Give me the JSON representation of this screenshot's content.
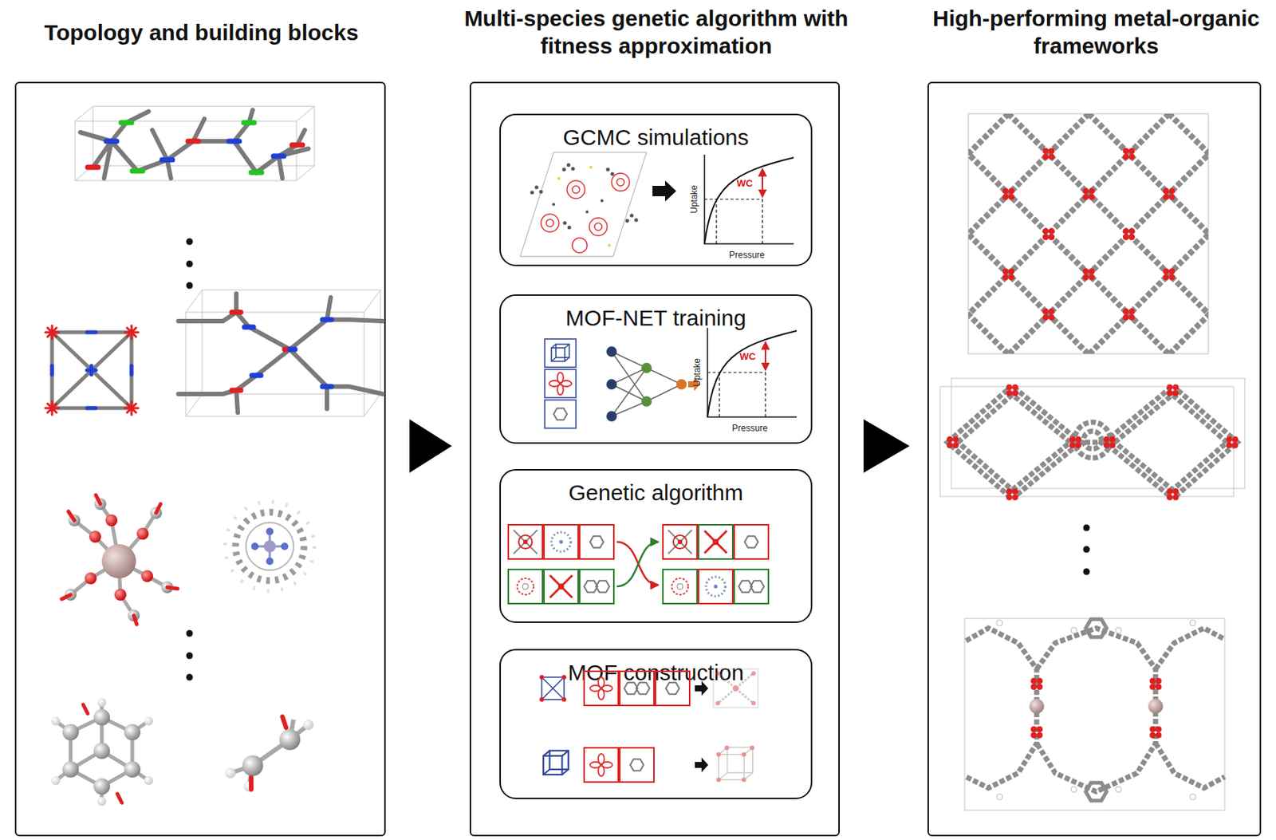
{
  "diagram": {
    "nodes": [
      {
        "text": [
          "Topology and building blocks"
        ]
      },
      {
        "text": [
          "Multi-species genetic algorithm with fitness approximation"
        ]
      },
      {
        "text": [
          "GCMC simulations"
        ],
        "in": 1
      },
      {
        "text": [
          "MOF-NET training"
        ],
        "in": 1
      },
      {
        "text": [
          "Genetic algorithm"
        ],
        "in": 1
      },
      {
        "text": [
          "MOF construction"
        ],
        "in": 1
      },
      {
        "text": [
          "High-performing metal-organic frameworks"
        ]
      }
    ],
    "edges": [
      {
        "from": 0,
        "to": 1,
        "arrow": "to"
      },
      {
        "from": 1,
        "to": 6,
        "arrow": "to"
      }
    ],
    "labels": [
      "Uptake",
      "Pressure",
      "WC",
      "Uptake",
      "Pressure",
      "WC"
    ]
  }
}
